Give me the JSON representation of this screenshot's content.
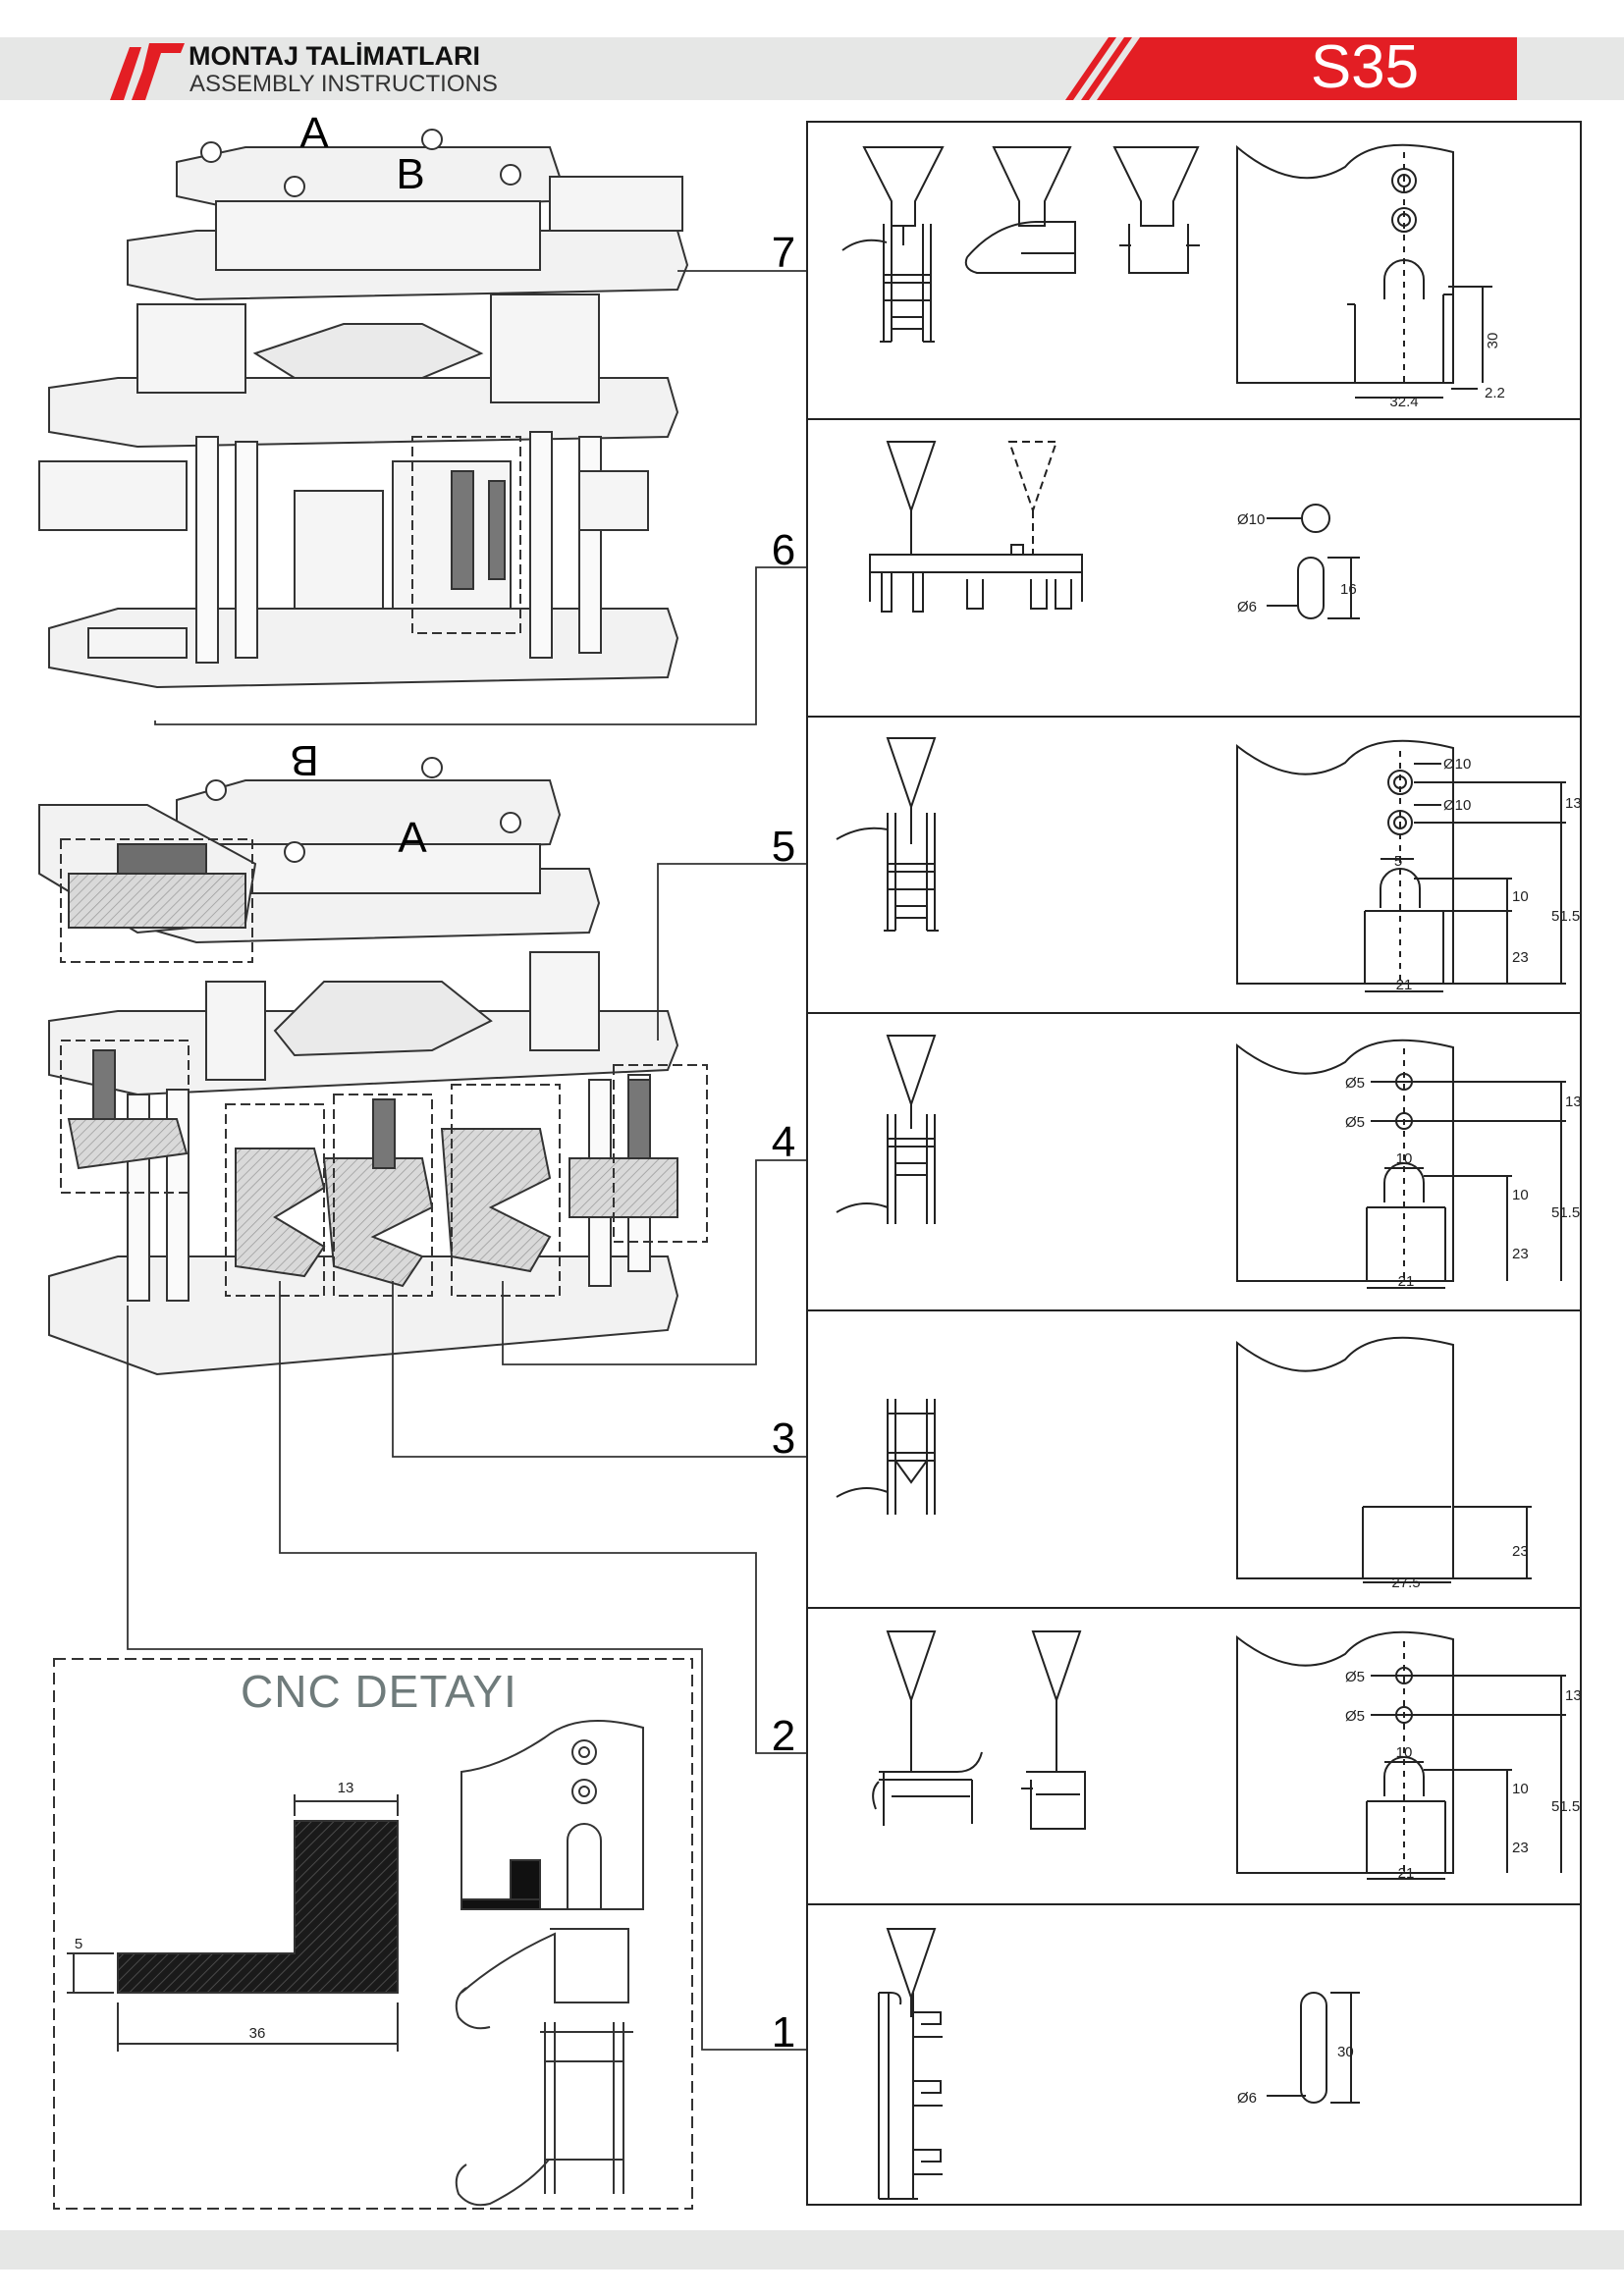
{
  "header": {
    "title_tr": "MONTAJ TALİMATLARI",
    "title_en": "ASSEMBLY INSTRUCTIONS",
    "code": "S35",
    "brand_color": "#e31e24"
  },
  "die_labels": {
    "top_a": "A",
    "top_b": "B",
    "bottom_a": "A",
    "bottom_b": "B"
  },
  "steps": [
    {
      "num": "7",
      "dims": {
        "h": "30",
        "w": "32.4",
        "off": "2.2"
      }
    },
    {
      "num": "6",
      "dims": {
        "d10": "Ø10",
        "d6": "Ø6",
        "slot": "16"
      }
    },
    {
      "num": "5",
      "dims": {
        "d1": "Ø10",
        "d2": "Ø10",
        "v13": "13",
        "h5": "5",
        "v10": "10",
        "v23": "23",
        "v515": "51.5",
        "w21": "21"
      }
    },
    {
      "num": "4",
      "dims": {
        "d1": "Ø5",
        "d2": "Ø5",
        "v13": "13",
        "h10": "10",
        "v10": "10",
        "v23": "23",
        "v515": "51.5",
        "w21": "21"
      }
    },
    {
      "num": "3",
      "dims": {
        "v23": "23",
        "w275": "27.5"
      }
    },
    {
      "num": "2",
      "dims": {
        "d1": "Ø5",
        "d2": "Ø5",
        "v13": "13",
        "h10": "10",
        "v10": "10",
        "v23": "23",
        "v515": "51.5",
        "w21": "21"
      }
    },
    {
      "num": "1",
      "dims": {
        "d6": "Ø6",
        "slot": "30"
      }
    }
  ],
  "cnc": {
    "title": "CNC DETAYI",
    "dim_top": "13",
    "dim_left": "5",
    "dim_bottom": "36"
  }
}
